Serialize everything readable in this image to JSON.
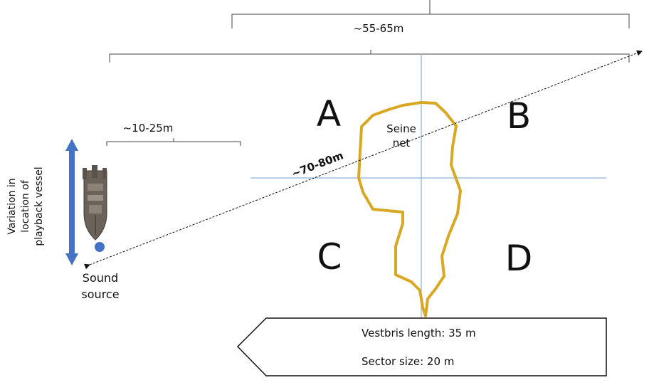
{
  "dimensions": {
    "top_span": "~55-65m",
    "diagonal": "~70-80m",
    "offset": "~10-25m"
  },
  "sectors": [
    "A",
    "B",
    "C",
    "D"
  ],
  "net_label": [
    "Seine",
    "net"
  ],
  "vessel_label": [
    "Variation in",
    "location of",
    "playback vessel"
  ],
  "source_label": [
    "Sound",
    "source"
  ],
  "info_box": {
    "length": "Vestbris length: 35 m",
    "sector_size": "Sector size: 20 m"
  },
  "colors": {
    "grid_line": "#8fb0dc",
    "net": "#d9a823",
    "arrow": "#4472c4",
    "source": "#4472c4",
    "vessel": "#6b6259"
  }
}
